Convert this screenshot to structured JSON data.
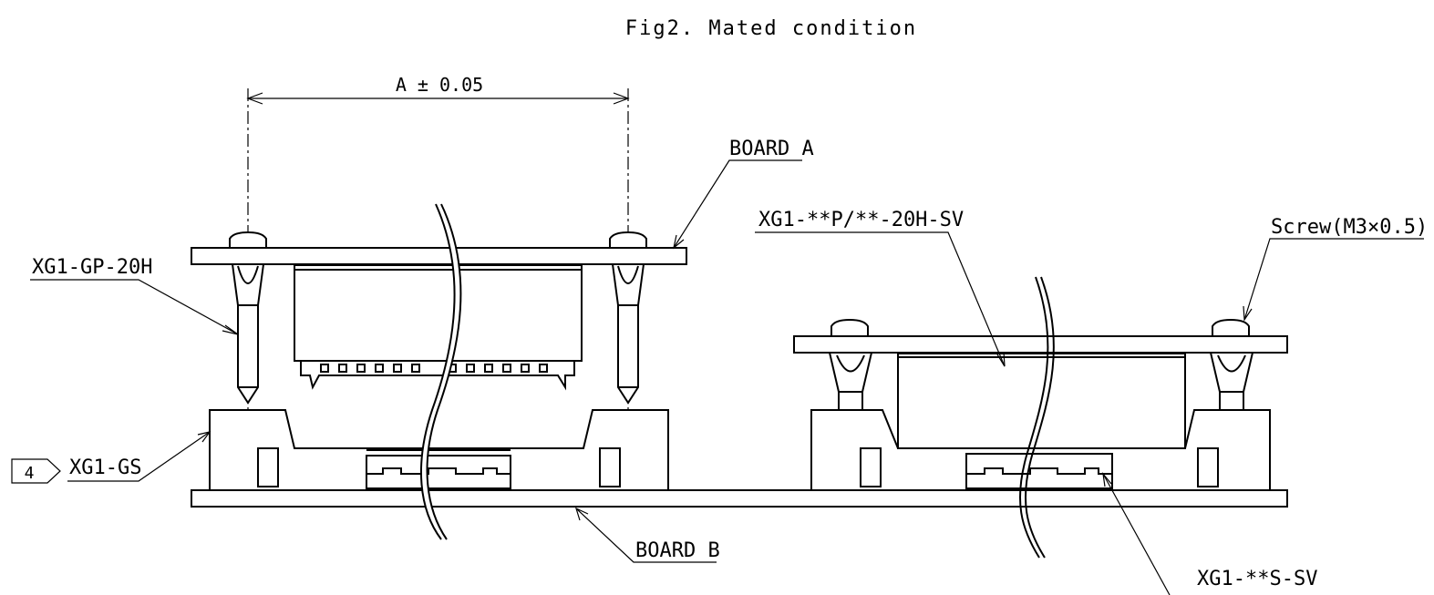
{
  "figure": {
    "title": "Fig2. Mated condition"
  },
  "labels": {
    "dimension": "A ± 0.05",
    "board_a": "BOARD A",
    "board_b": "BOARD B",
    "guide_post": "XG1-GP-20H",
    "guide_socket": "XG1-GS",
    "plug": "XG1-**P/**-20H-SV",
    "screw": "Screw(M3×0.5)",
    "socket": "XG1-**S-SV",
    "note_marker": "4"
  }
}
